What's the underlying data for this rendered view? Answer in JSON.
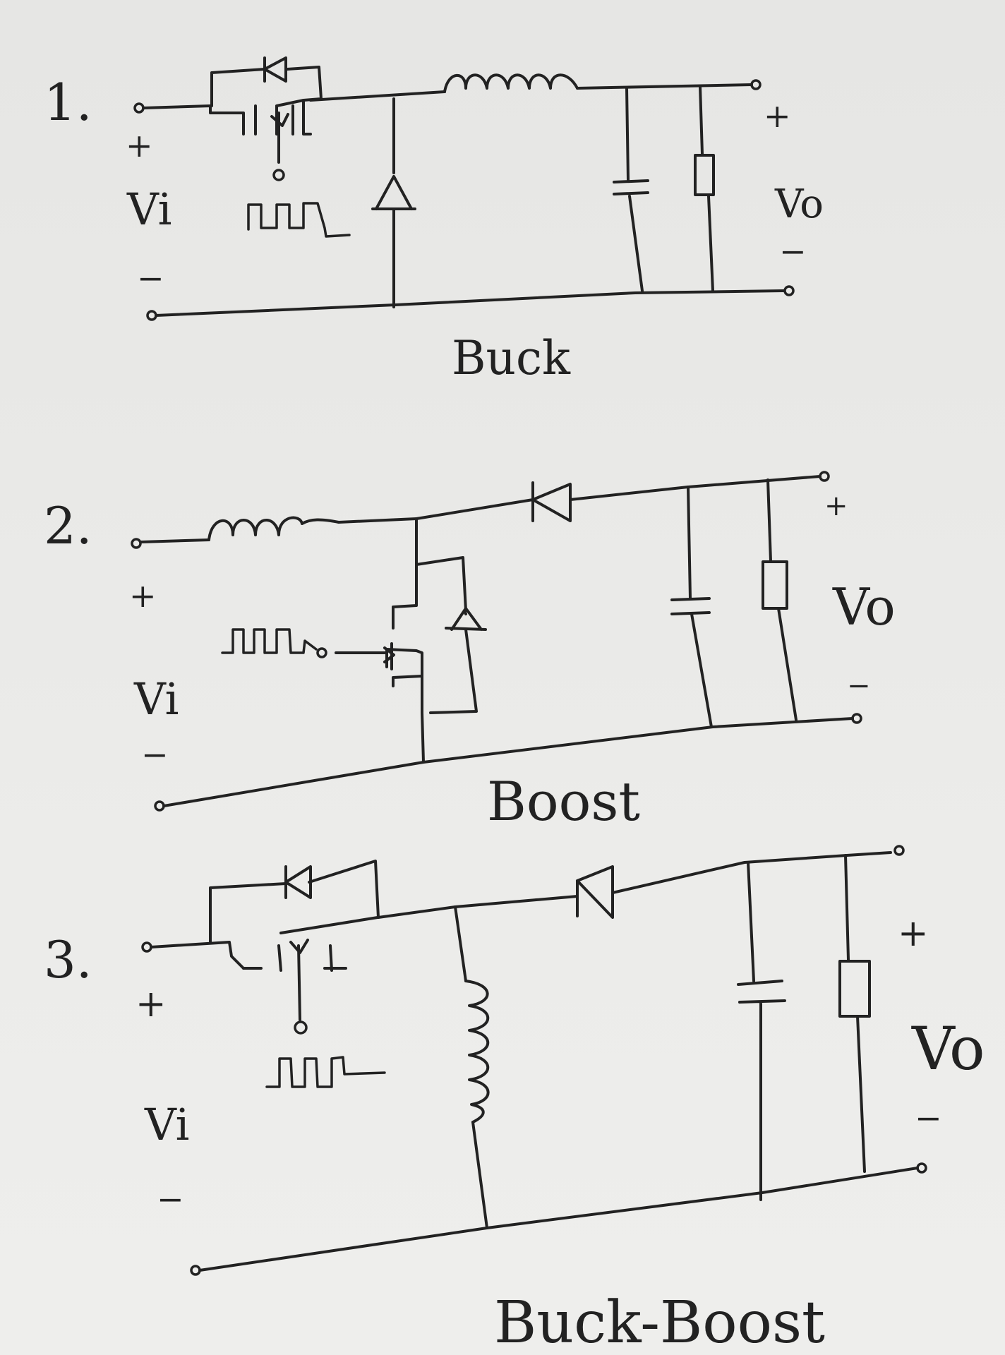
{
  "circuits": [
    {
      "number": "1.",
      "title": "Buck",
      "input": {
        "plus": "+",
        "label": "Vi",
        "minus": "−"
      },
      "output": {
        "plus": "+",
        "label": "Vo",
        "minus": "−"
      }
    },
    {
      "number": "2.",
      "title": "Boost",
      "input": {
        "plus": "+",
        "label": "Vi",
        "minus": "−"
      },
      "output": {
        "plus": "+",
        "label": "Vo",
        "minus": "−"
      }
    },
    {
      "number": "3.",
      "title": "Buck-Boost",
      "input": {
        "plus": "+",
        "label": "Vi",
        "minus": "−"
      },
      "output": {
        "plus": "+",
        "label": "Vo",
        "minus": "−"
      }
    }
  ]
}
